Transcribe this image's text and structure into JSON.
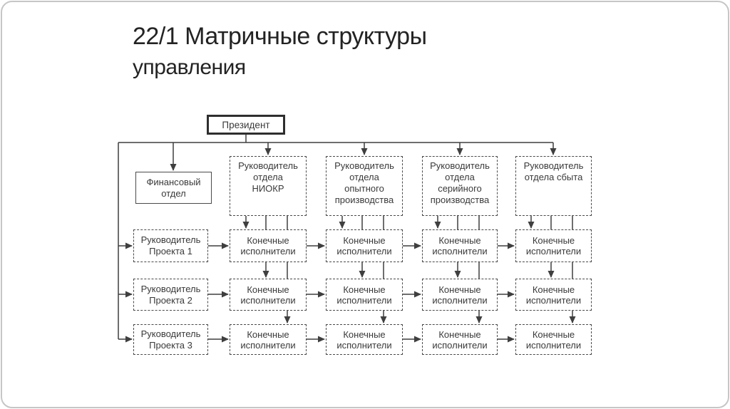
{
  "slide": {
    "title_line1": "22/1 Матричные структуры",
    "title_line2": "управления"
  },
  "colors": {
    "line": "#3f3f3f",
    "box_border": "#4a4a4a",
    "box_text": "#3a3a3a",
    "title_text": "#232323",
    "frame_border": "#c6c6c6",
    "background": "#ffffff"
  },
  "diagram": {
    "president": {
      "label": "Президент"
    },
    "finance": {
      "lines": [
        "Финансовый",
        "отдел"
      ]
    },
    "departments": [
      {
        "lines": [
          "Руководитель",
          "отдела",
          "НИОКР"
        ]
      },
      {
        "lines": [
          "Руководитель",
          "отдела",
          "опытного",
          "производства"
        ]
      },
      {
        "lines": [
          "Руководитель",
          "отдела",
          "серийного",
          "производства"
        ]
      },
      {
        "lines": [
          "Руководитель",
          "отдела сбыта"
        ]
      }
    ],
    "projects": [
      {
        "lines": [
          "Руководитель",
          "Проекта 1"
        ]
      },
      {
        "lines": [
          "Руководитель",
          "Проекта 2"
        ]
      },
      {
        "lines": [
          "Руководитель",
          "Проекта 3"
        ]
      }
    ],
    "executors": {
      "lines": [
        "Конечные",
        "исполнители"
      ]
    },
    "grid": {
      "rows": 3,
      "cols": 4
    }
  }
}
